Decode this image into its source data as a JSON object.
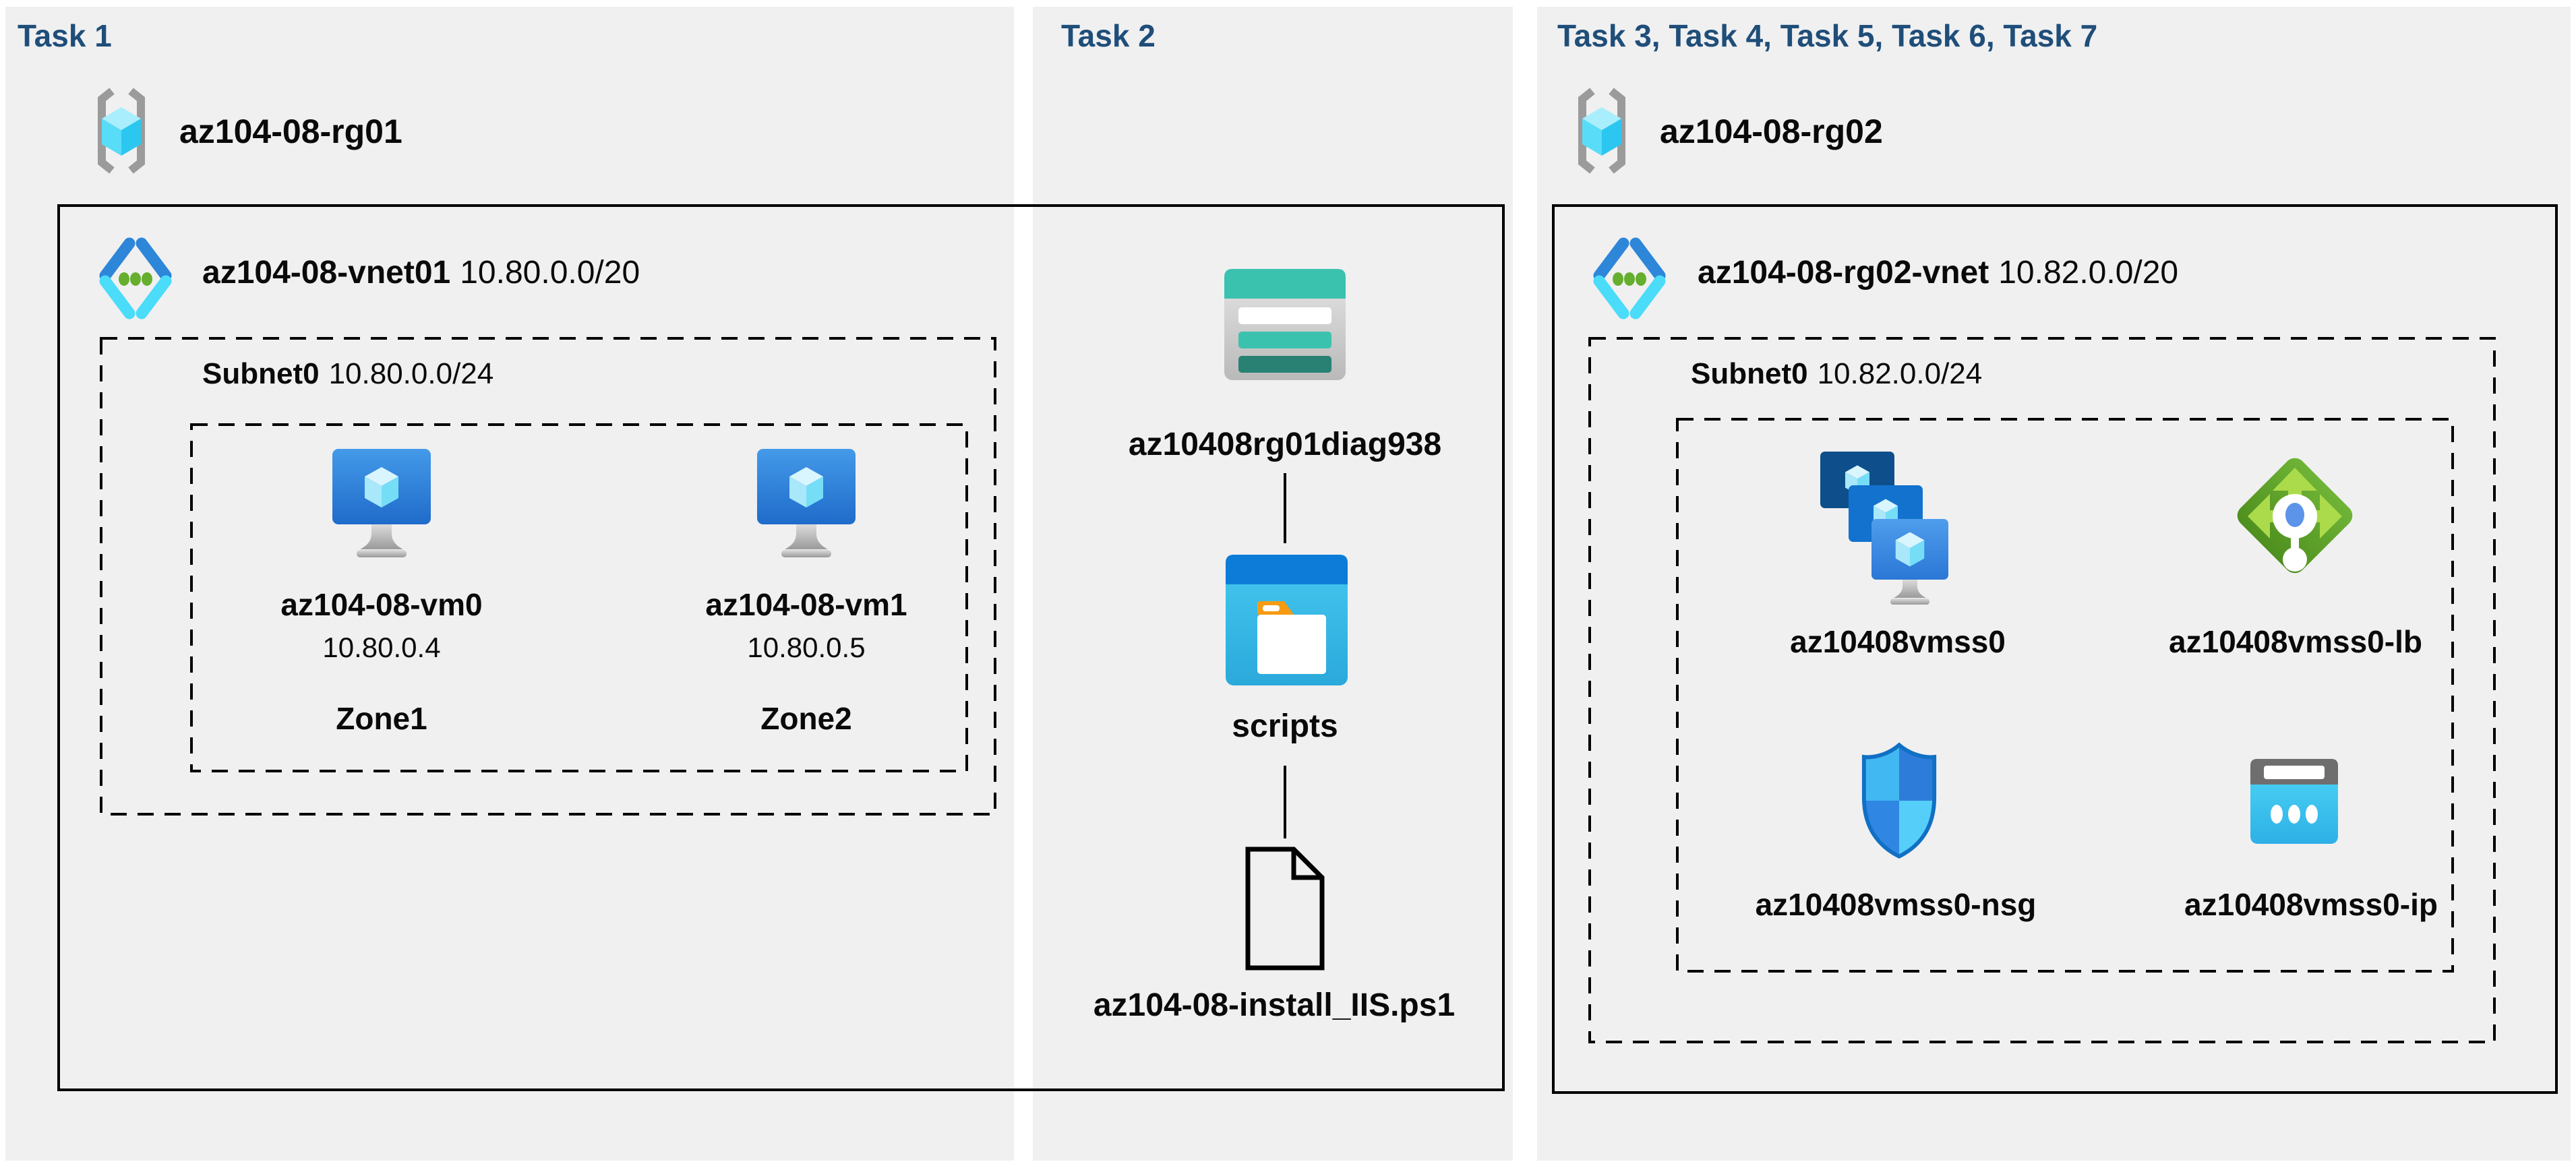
{
  "colors": {
    "page_bg": "#ffffff",
    "panel_bg": "#f0f0f1",
    "task_header": "#1f4e79",
    "text": "#0a0a0a",
    "box_border": "#000000",
    "azure_blue": "#2e7cd9",
    "azure_cyan": "#4adcf9",
    "vnet_dot_green": "#66ae2e",
    "storage_teal": "#3bc2ae",
    "storage_teal_dark": "#298173",
    "container_blue": "#0c7cd8",
    "folder_tab_orange": "#f59b14",
    "lb_green": "#5fa32a",
    "lb_arrow_green": "#abdb4b",
    "lb_center_blue": "#5b94e8",
    "ip_gray": "#6e6e6e",
    "ip_cyan": "#3cc5f0"
  },
  "panels": {
    "task1": {
      "header": "Task 1",
      "resource_group": {
        "name": "az104-08-rg01",
        "icon": "resource-group-icon"
      },
      "vnet": {
        "name": "az104-08-vnet01",
        "cidr": "10.80.0.0/20",
        "icon": "virtual-network-icon"
      },
      "subnet": {
        "name": "Subnet0",
        "cidr": "10.80.0.0/24"
      },
      "vms": [
        {
          "name": "az104-08-vm0",
          "ip": "10.80.0.4",
          "zone": "Zone1",
          "icon": "virtual-machine-icon"
        },
        {
          "name": "az104-08-vm1",
          "ip": "10.80.0.5",
          "zone": "Zone2",
          "icon": "virtual-machine-icon"
        }
      ]
    },
    "task2": {
      "header": "Task 2",
      "storage_account": {
        "name": "az10408rg01diag938",
        "icon": "storage-account-icon"
      },
      "container": {
        "name": "scripts",
        "icon": "blob-container-icon"
      },
      "file": {
        "name": "az104-08-install_IIS.ps1",
        "icon": "file-icon"
      }
    },
    "task3": {
      "header": "Task 3, Task 4, Task 5, Task 6, Task 7",
      "resource_group": {
        "name": "az104-08-rg02",
        "icon": "resource-group-icon"
      },
      "vnet": {
        "name": "az104-08-rg02-vnet",
        "cidr": "10.82.0.0/20",
        "icon": "virtual-network-icon"
      },
      "subnet": {
        "name": "Subnet0",
        "cidr": "10.82.0.0/24"
      },
      "resources": [
        {
          "name": "az10408vmss0",
          "type": "vm-scale-set",
          "icon": "vm-scale-set-icon"
        },
        {
          "name": "az10408vmss0-lb",
          "type": "load-balancer",
          "icon": "load-balancer-icon"
        },
        {
          "name": "az10408vmss0-nsg",
          "type": "network-security-group",
          "icon": "nsg-shield-icon"
        },
        {
          "name": "az10408vmss0-ip",
          "type": "public-ip",
          "icon": "public-ip-icon"
        }
      ]
    }
  }
}
